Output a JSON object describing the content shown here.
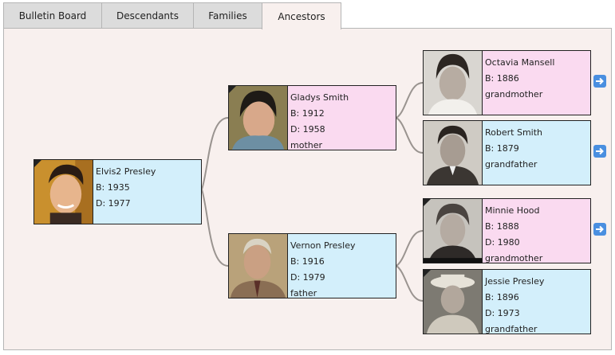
{
  "tabs": [
    {
      "label": "Bulletin Board"
    },
    {
      "label": "Descendants"
    },
    {
      "label": "Families"
    },
    {
      "label": "Ancestors"
    }
  ],
  "active_tab": "Ancestors",
  "colors": {
    "male": "#d3effb",
    "female": "#fadaf0",
    "panel": "#f8f0ee",
    "arrow": "#4a8fe0"
  },
  "root": {
    "name": "Elvis2 Presley",
    "born": "B: 1935",
    "died": "D: 1977",
    "relation": ""
  },
  "parents": {
    "mother": {
      "name": "Gladys Smith",
      "born": "B: 1912",
      "died": "D: 1958",
      "relation": "mother"
    },
    "father": {
      "name": "Vernon Presley",
      "born": "B: 1916",
      "died": "D: 1979",
      "relation": "father"
    }
  },
  "grandparents": {
    "octavia": {
      "name": "Octavia Mansell",
      "born": "B: 1886",
      "relation": "grandmother"
    },
    "robert": {
      "name": "Robert Smith",
      "born": "B: 1879",
      "relation": "grandfather"
    },
    "minnie": {
      "name": "Minnie Hood",
      "born": "B: 1888",
      "died": "D: 1980",
      "relation": "grandmother"
    },
    "jessie": {
      "name": "Jessie Presley",
      "born": "B: 1896",
      "died": "D: 1973",
      "relation": "grandfather"
    }
  },
  "icons": {
    "navigate": "arrow-right-icon",
    "photo_marker": "photo-corner-icon"
  }
}
